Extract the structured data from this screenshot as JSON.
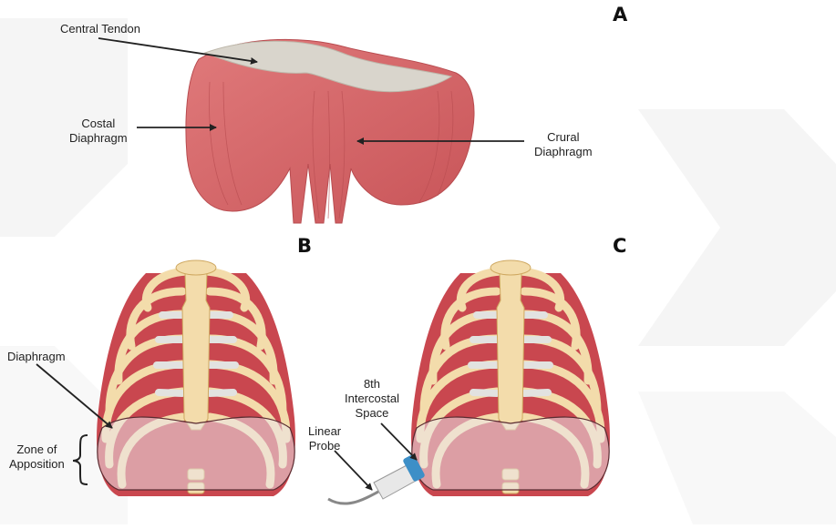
{
  "panels": {
    "a": {
      "letter": "A"
    },
    "b": {
      "letter": "B"
    },
    "c": {
      "letter": "C"
    }
  },
  "labels": {
    "central_tendon": "Central Tendon",
    "costal_line1": "Costal",
    "costal_line2": "Diaphragm",
    "crural_line1": "Crural",
    "crural_line2": "Diaphragm",
    "diaphragm": "Diaphragm",
    "zone_line1": "Zone of",
    "zone_line2": "Apposition",
    "intercostal_line1": "8th",
    "intercostal_line2": "Intercostal",
    "intercostal_line3": "Space",
    "probe_line1": "Linear",
    "probe_line2": "Probe"
  },
  "colors": {
    "muscle": "#d9696b",
    "muscle_dark": "#b84c50",
    "tendon": "#d9d5cc",
    "bone": "#f3dcab",
    "bone_edge": "#cfa860",
    "cartilage": "#e2e2e0",
    "probe_blue": "#3d8fc7",
    "watermark": "#ededed"
  }
}
